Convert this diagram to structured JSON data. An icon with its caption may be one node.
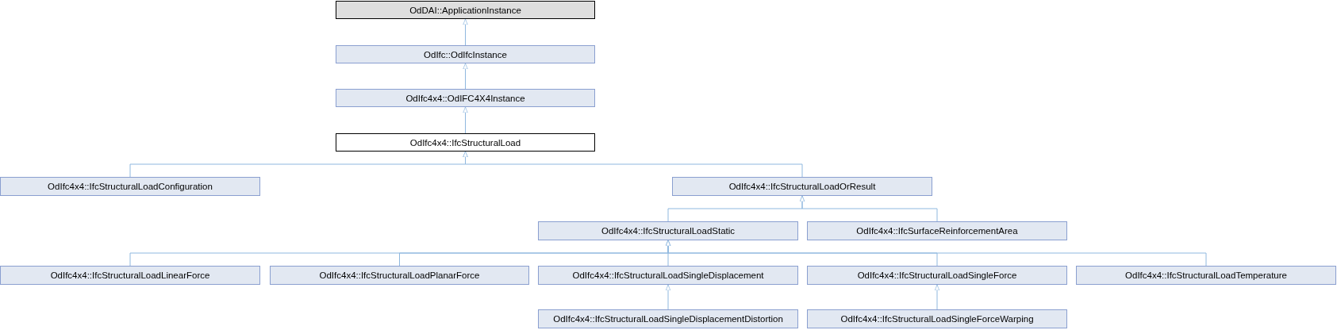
{
  "diagram": {
    "nodes": [
      {
        "text": [
          "OdDAI::ApplicationInstance"
        ]
      },
      {
        "text": [
          "OdIfc::OdIfcInstance"
        ]
      },
      {
        "text": [
          "OdIfc4x4::OdIFC4X4Instance"
        ]
      },
      {
        "text": [
          "OdIfc4x4::IfcStructuralLoad"
        ]
      },
      {
        "text": [
          "OdIfc4x4::IfcStructuralLoadConfiguration"
        ]
      },
      {
        "text": [
          "OdIfc4x4::IfcStructuralLoadOrResult"
        ]
      },
      {
        "text": [
          "OdIfc4x4::IfcStructuralLoadStatic"
        ]
      },
      {
        "text": [
          "OdIfc4x4::IfcSurfaceReinforcementArea"
        ]
      },
      {
        "text": [
          "OdIfc4x4::IfcStructuralLoadLinearForce"
        ]
      },
      {
        "text": [
          "OdIfc4x4::IfcStructuralLoadPlanarForce"
        ]
      },
      {
        "text": [
          "OdIfc4x4::IfcStructuralLoadSingleDisplacement"
        ]
      },
      {
        "text": [
          "OdIfc4x4::IfcStructuralLoadSingleForce"
        ]
      },
      {
        "text": [
          "OdIfc4x4::IfcStructuralLoadTemperature"
        ]
      },
      {
        "text": [
          "OdIfc4x4::IfcStructuralLoadSingleDisplacementDistortion"
        ]
      },
      {
        "text": [
          "OdIfc4x4::IfcStructuralLoadSingleForceWarping"
        ]
      }
    ],
    "edges": [
      {
        "from": 1,
        "to": 0,
        "arrow": "to"
      },
      {
        "from": 2,
        "to": 1,
        "arrow": "to"
      },
      {
        "from": 3,
        "to": 2,
        "arrow": "to"
      },
      {
        "from": 4,
        "to": 3,
        "arrow": "to"
      },
      {
        "from": 5,
        "to": 3,
        "arrow": "to"
      },
      {
        "from": 6,
        "to": 5,
        "arrow": "to"
      },
      {
        "from": 7,
        "to": 5,
        "arrow": "to"
      },
      {
        "from": 8,
        "to": 6,
        "arrow": "to"
      },
      {
        "from": 9,
        "to": 6,
        "arrow": "to"
      },
      {
        "from": 10,
        "to": 6,
        "arrow": "to"
      },
      {
        "from": 11,
        "to": 6,
        "arrow": "to"
      },
      {
        "from": 12,
        "to": 6,
        "arrow": "to"
      },
      {
        "from": 13,
        "to": 10,
        "arrow": "to"
      },
      {
        "from": 14,
        "to": 11,
        "arrow": "to"
      }
    ]
  }
}
